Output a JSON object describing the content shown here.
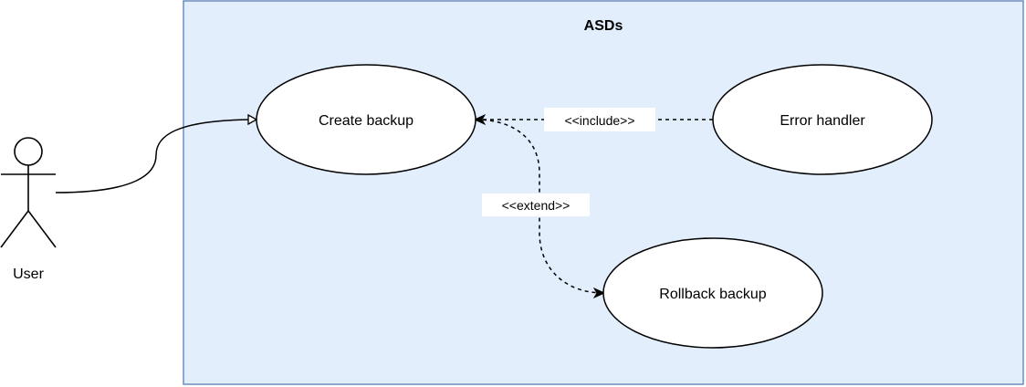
{
  "system": {
    "title": "ASDs",
    "fill": "#e2eefc",
    "stroke": "#6c8ebf"
  },
  "actor": {
    "label": "User"
  },
  "use_cases": {
    "create_backup": "Create backup",
    "error_handler": "Error handler",
    "rollback_backup": "Rollback backup"
  },
  "relations": {
    "include_label": "<<include>>",
    "extend_label": "<<extend>>"
  },
  "colors": {
    "line": "#000000",
    "ellipse_fill": "#ffffff",
    "label_bg": "#ffffff"
  }
}
